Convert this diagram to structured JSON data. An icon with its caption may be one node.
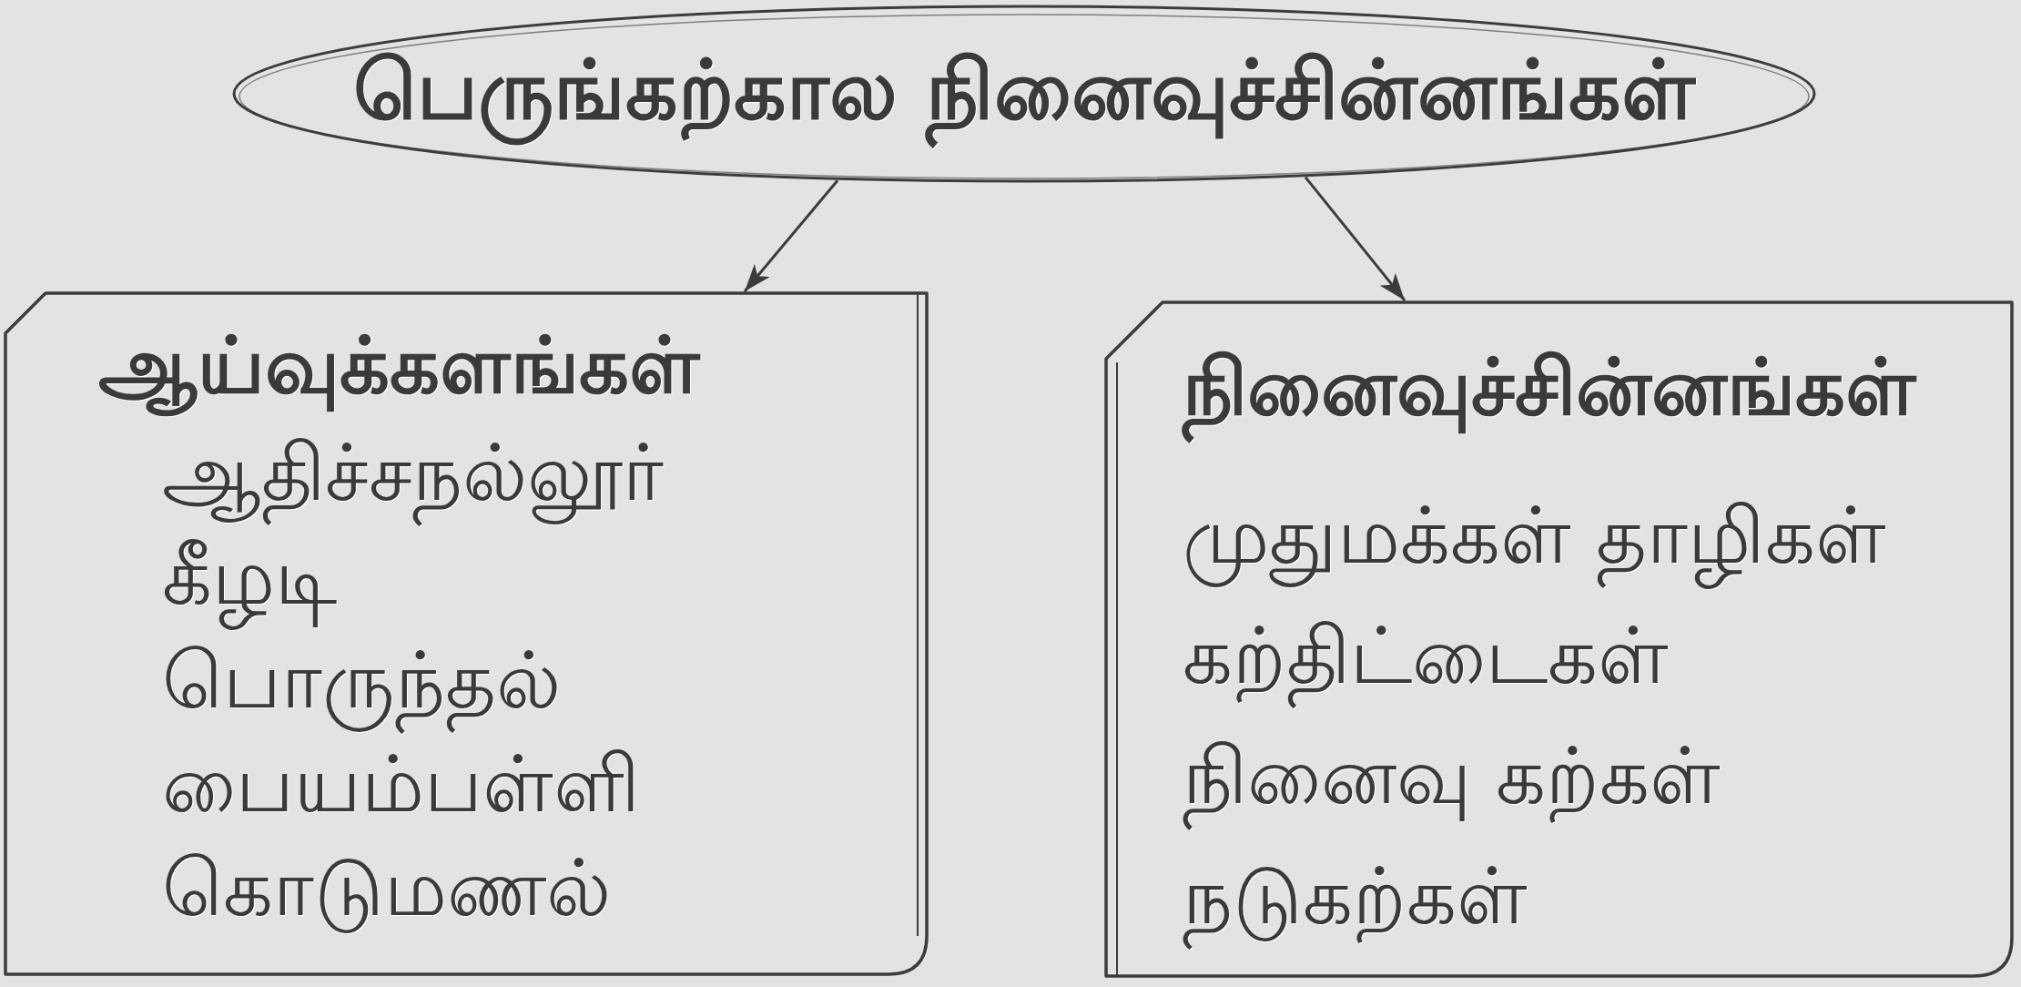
{
  "diagram": {
    "nodes": [
      {
        "text": [
          "பெருங்கற்கால நினைவுச்சின்னங்கள்"
        ]
      },
      {
        "text": [
          "ஆய்வுக்களங்கள்",
          "ஆதிச்சநல்லூர்",
          "கீழடி",
          "பொருந்தல்",
          "பையம்பள்ளி",
          "கொடுமணல்"
        ]
      },
      {
        "text": [
          "நினைவுச்சின்னங்கள்",
          "முதுமக்கள் தாழிகள்",
          "கற்திட்டைகள்",
          "நினைவு கற்கள்",
          "நடுகற்கள்"
        ]
      }
    ],
    "edges": [
      {
        "from": 0,
        "to": 1,
        "arrow": "to"
      },
      {
        "from": 0,
        "to": 2,
        "arrow": "to"
      }
    ]
  }
}
